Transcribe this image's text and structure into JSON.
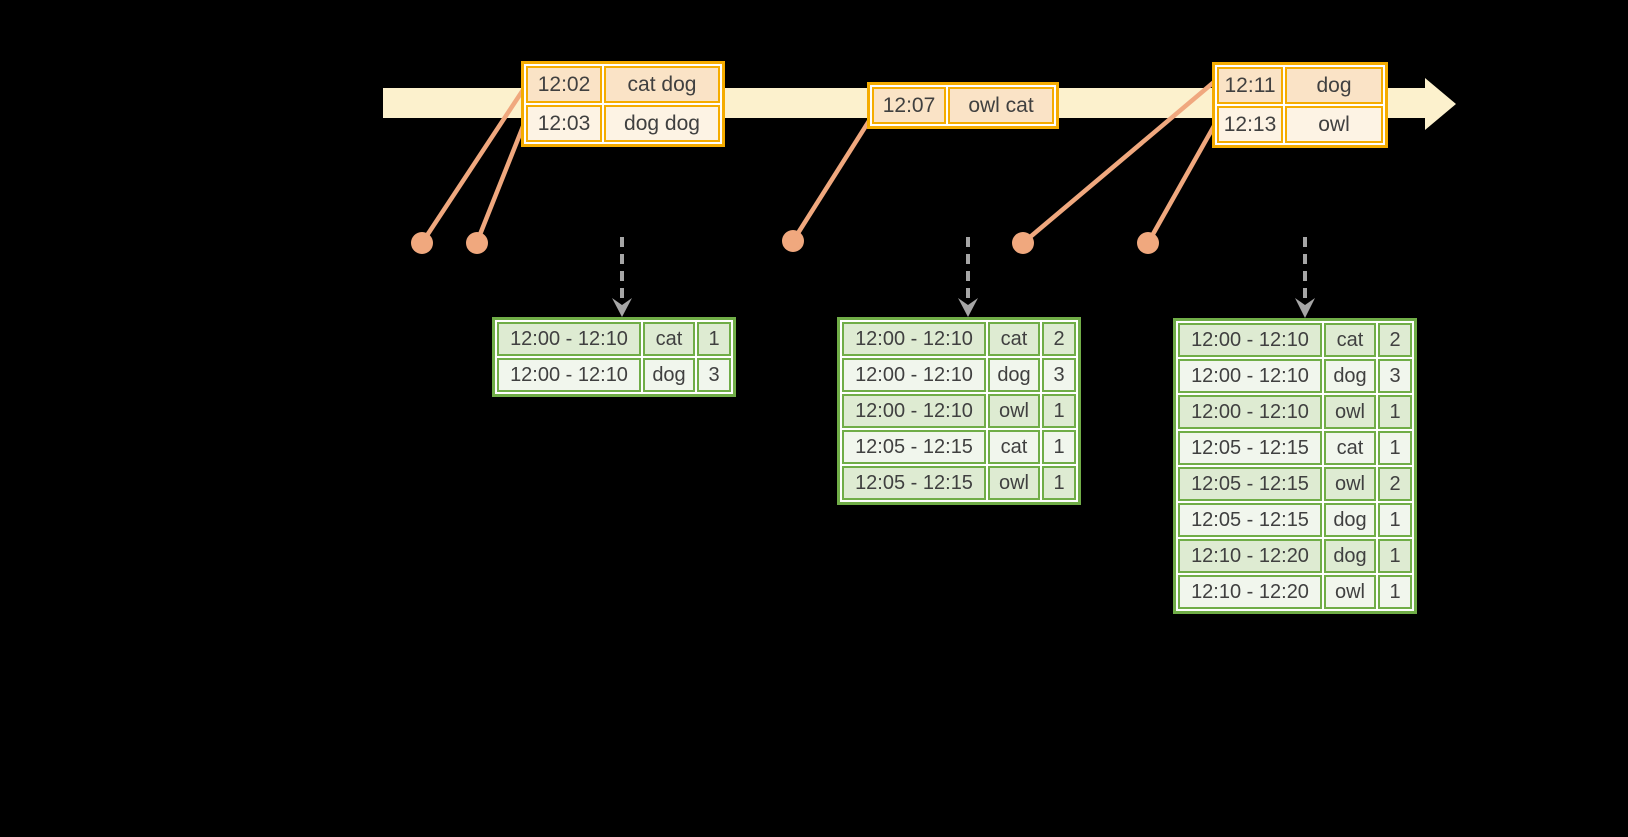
{
  "colors": {
    "background": "#000000",
    "timeline_band": "#FCF1CD",
    "event_table_border": "#F5AC00",
    "event_row_peach": "#FAE3C6",
    "event_row_cream": "#FDF3E4",
    "connector_salmon": "#F0A87E",
    "result_table_border": "#70AD47",
    "result_row_dark": "#DEEBD2",
    "result_row_light": "#F1F6ED",
    "arrow_gray": "#A6A6A6",
    "text": "#404040"
  },
  "icons": {
    "timeline_arrow": "right-arrow-band",
    "event_marker": "filled-dot",
    "trigger_arrow": "dashed-down-arrow"
  },
  "timeline": {
    "event_tables": [
      {
        "rows": [
          {
            "time": "12:02",
            "words": "cat dog"
          },
          {
            "time": "12:03",
            "words": "dog dog"
          }
        ]
      },
      {
        "rows": [
          {
            "time": "12:07",
            "words": "owl cat"
          }
        ]
      },
      {
        "rows": [
          {
            "time": "12:11",
            "words": "dog"
          },
          {
            "time": "12:13",
            "words": "owl"
          }
        ]
      }
    ]
  },
  "result_tables": [
    {
      "rows": [
        {
          "window": "12:00 - 12:10",
          "word": "cat",
          "count": "1"
        },
        {
          "window": "12:00 - 12:10",
          "word": "dog",
          "count": "3"
        }
      ]
    },
    {
      "rows": [
        {
          "window": "12:00 - 12:10",
          "word": "cat",
          "count": "2"
        },
        {
          "window": "12:00 - 12:10",
          "word": "dog",
          "count": "3"
        },
        {
          "window": "12:00 - 12:10",
          "word": "owl",
          "count": "1"
        },
        {
          "window": "12:05 - 12:15",
          "word": "cat",
          "count": "1"
        },
        {
          "window": "12:05 - 12:15",
          "word": "owl",
          "count": "1"
        }
      ]
    },
    {
      "rows": [
        {
          "window": "12:00 - 12:10",
          "word": "cat",
          "count": "2"
        },
        {
          "window": "12:00 - 12:10",
          "word": "dog",
          "count": "3"
        },
        {
          "window": "12:00 - 12:10",
          "word": "owl",
          "count": "1"
        },
        {
          "window": "12:05 - 12:15",
          "word": "cat",
          "count": "1"
        },
        {
          "window": "12:05 - 12:15",
          "word": "owl",
          "count": "2"
        },
        {
          "window": "12:05 - 12:15",
          "word": "dog",
          "count": "1"
        },
        {
          "window": "12:10 - 12:20",
          "word": "dog",
          "count": "1"
        },
        {
          "window": "12:10 - 12:20",
          "word": "owl",
          "count": "1"
        }
      ]
    }
  ]
}
